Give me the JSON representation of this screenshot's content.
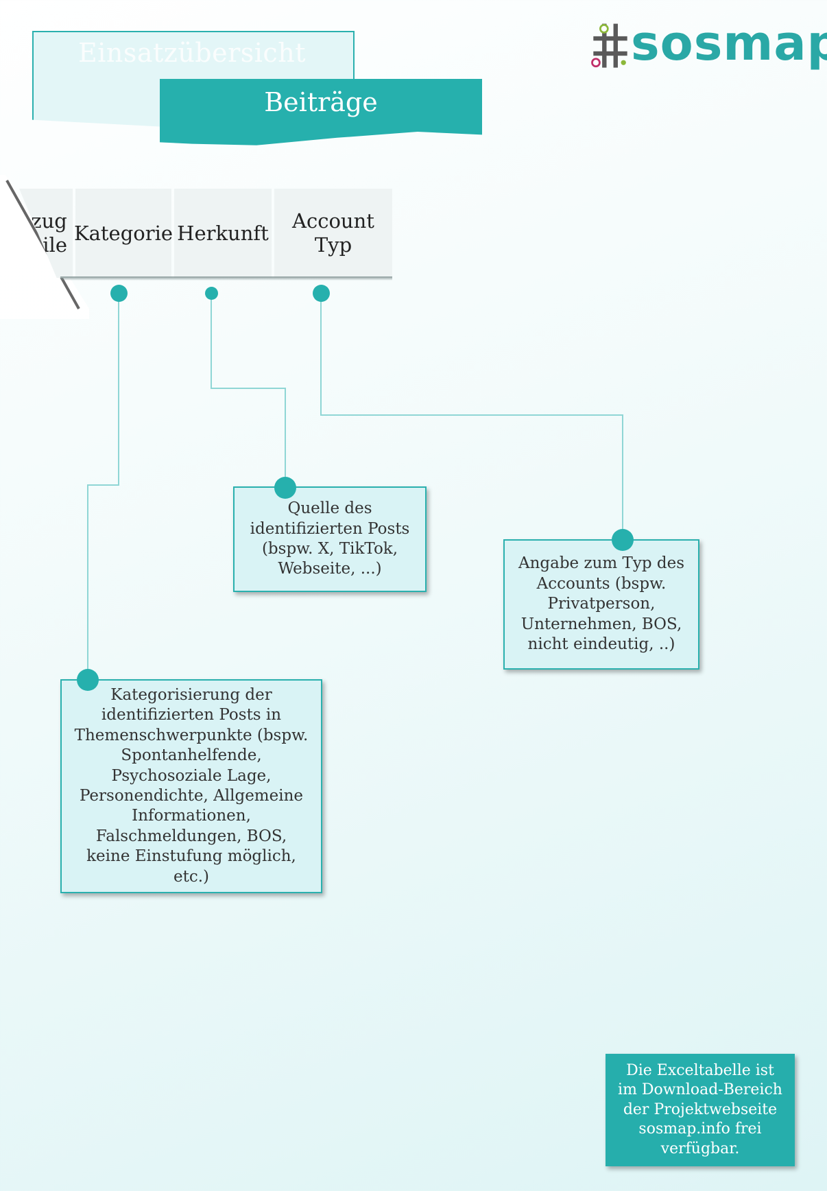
{
  "tabs": {
    "back_label": "Einsatzübersicht",
    "front_label": "Beiträge"
  },
  "logo": {
    "text": "sosmap",
    "icon": "hashtag-logo-icon"
  },
  "header": {
    "partial_col_line1": "zug",
    "partial_col_line2": "eile",
    "col_kategorie": "Kategorie",
    "col_herkunft": "Herkunft",
    "col_account_line1": "Account",
    "col_account_line2": "Typ"
  },
  "callouts": {
    "herkunft": "Quelle des identifizierten Posts (bspw. X, TikTok, Webseite, ...)",
    "account_typ": "Angabe zum Typ des Accounts (bspw. Privatperson, Unternehmen, BOS, nicht eindeutig, ..)",
    "kategorie": "Kategorisierung der identifizierten Posts in Themenschwerpunkte (bspw. Spontanhelfende, Psychosoziale Lage, Personendichte, Allgemeine Informationen, Falschmeldungen, BOS, keine Einstufung möglich, etc.)"
  },
  "note": {
    "text": "Die Exceltabelle ist im Download-Bereich der Projektwebseite sosmap.info frei verfügbar."
  },
  "colors": {
    "teal": "#26b0ad",
    "light_teal": "#d9f3f5",
    "header_bg": "#eef3f3",
    "logo_pink": "#c0306a",
    "logo_green": "#8cb83a",
    "logo_grey": "#5a5a5a"
  }
}
